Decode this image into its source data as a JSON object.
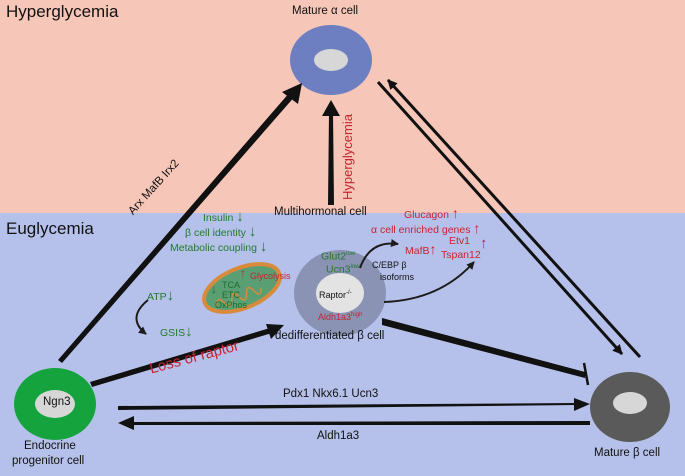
{
  "regions": {
    "top_label": "Hyperglycemia",
    "bottom_label": "Euglycemia",
    "top_color": "#f6c7b9",
    "bottom_color": "#b5c1ea"
  },
  "cells": {
    "alpha": "Mature α cell",
    "beta": "Mature β cell",
    "progenitor_line1": "Endocrine",
    "progenitor_line2": "progenitor cell",
    "progenitor_nucleus": "Ngn3",
    "dediff": "dedifferentiated β cell",
    "dediff_nucleus": "Raptor",
    "dediff_nucleus_sup": "-/-",
    "multihormonal": "Multihormonal cell"
  },
  "arrows": {
    "left_diag": "Arx  MafB  Irx2",
    "center_vertical": "Hyperglycemia",
    "loss": "Loss of raptor",
    "bottom_top": "Pdx1  Nkx6.1  Ucn3",
    "bottom_bottom": "Aldh1a3",
    "cebp_line1": "C/EBP β",
    "cebp_line2": "isoforms"
  },
  "metabolic": {
    "insulin": "Insulin",
    "identity": "β cell identity",
    "coupling": "Metabolic coupling",
    "atp": "ATP",
    "gsis": "GSIS",
    "tca": "TCA",
    "etc": "ETC",
    "oxphos": "OxPhos",
    "glycolysis": "Glycolysis"
  },
  "dediff_markers": {
    "glut2": "Glut2",
    "glut2_sup": "low",
    "ucn3": "Ucn3",
    "ucn3_sup": "low",
    "aldh": "Aldh1a3",
    "aldh_sup": "high"
  },
  "alpha_genes": {
    "glucagon": "Glucagon",
    "enriched": "α cell enriched genes",
    "mafb": "MafB",
    "etv1": "Etv1",
    "tspan12": "Tspan12"
  },
  "symbols": {
    "up": "↑",
    "down": "↓"
  },
  "colors": {
    "alpha_cell": "#6d7fc1",
    "beta_cell": "#5a5a5a",
    "progenitor": "#14a33c",
    "dediff": "#8a93b4",
    "up_red": "#c8242f",
    "down_green": "#217a2e"
  }
}
